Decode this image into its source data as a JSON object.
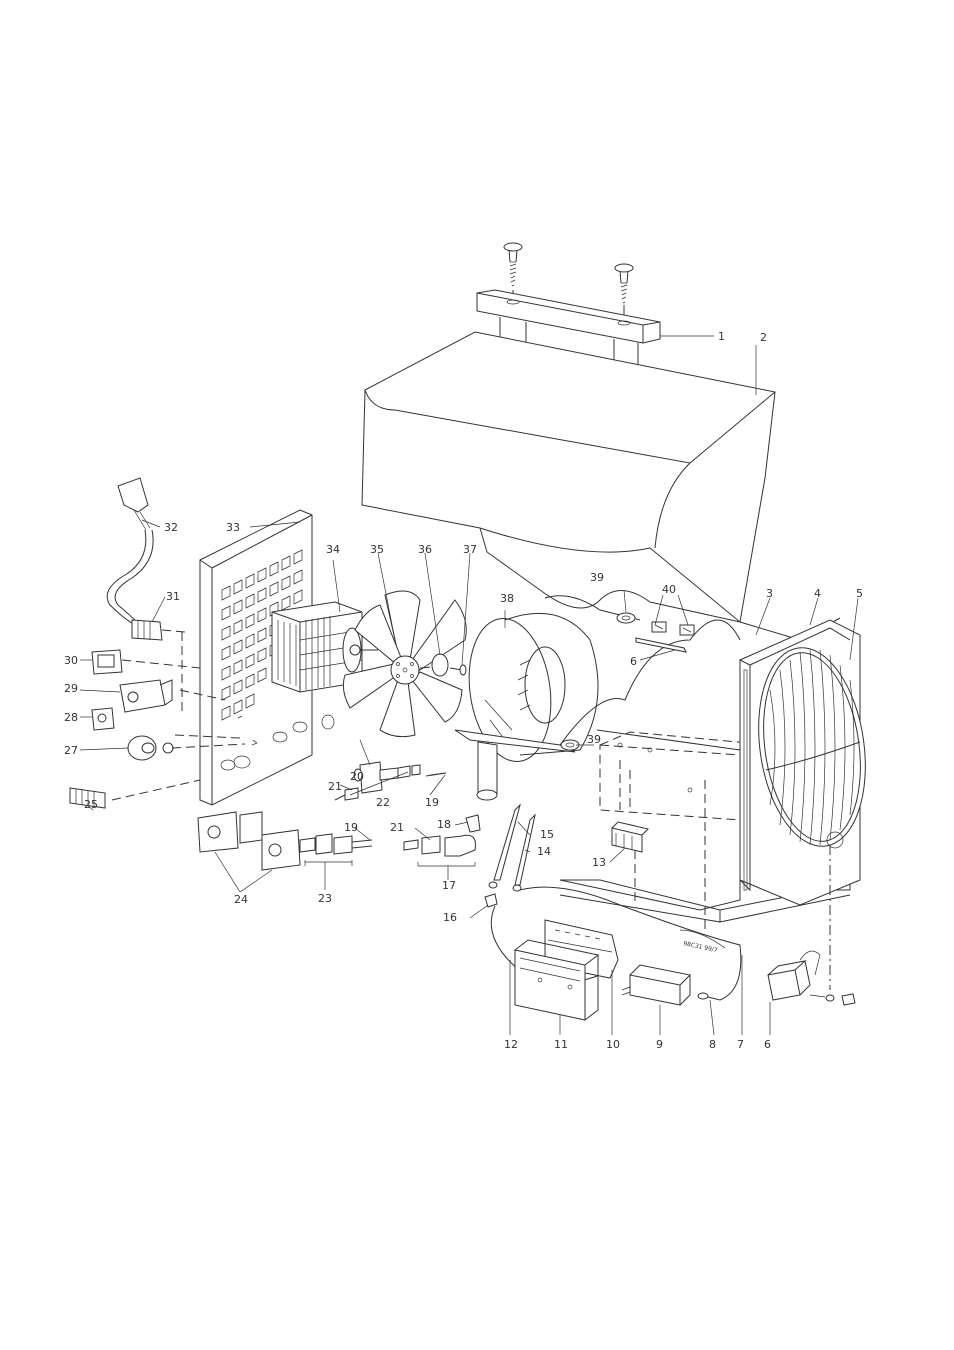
{
  "diagram": {
    "type": "exploded-parts-view",
    "part_numbers": [
      "1",
      "2",
      "3",
      "4",
      "5",
      "6",
      "6",
      "7",
      "8",
      "9",
      "10",
      "11",
      "12",
      "13",
      "14",
      "15",
      "16",
      "17",
      "18",
      "19",
      "19",
      "20",
      "21",
      "21",
      "22",
      "23",
      "24",
      "25",
      "27",
      "28",
      "29",
      "30",
      "31",
      "32",
      "33",
      "34",
      "35",
      "36",
      "37",
      "38",
      "39",
      "39",
      "40"
    ],
    "drawing_ref": "98C31 99/7"
  }
}
